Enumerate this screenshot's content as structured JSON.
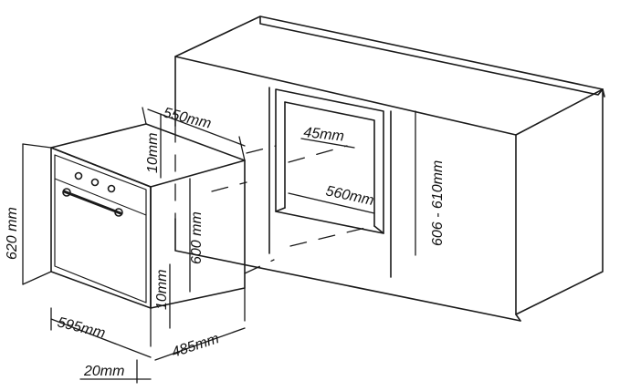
{
  "dimensions": {
    "oven_depth": "550mm",
    "top_gap": "10mm",
    "cabinet_opening_height_offset": "45mm",
    "cabinet_depth": "560mm",
    "cabinet_height_range": "606 - 610mm",
    "oven_height": "620 mm",
    "oven_inner_height": "600 mm",
    "bottom_gap": "10mm",
    "oven_width": "595mm",
    "oven_body_depth": "485mm",
    "front_overhang": "20mm"
  },
  "colors": {
    "line": "#1a1a1a",
    "background": "#ffffff"
  }
}
